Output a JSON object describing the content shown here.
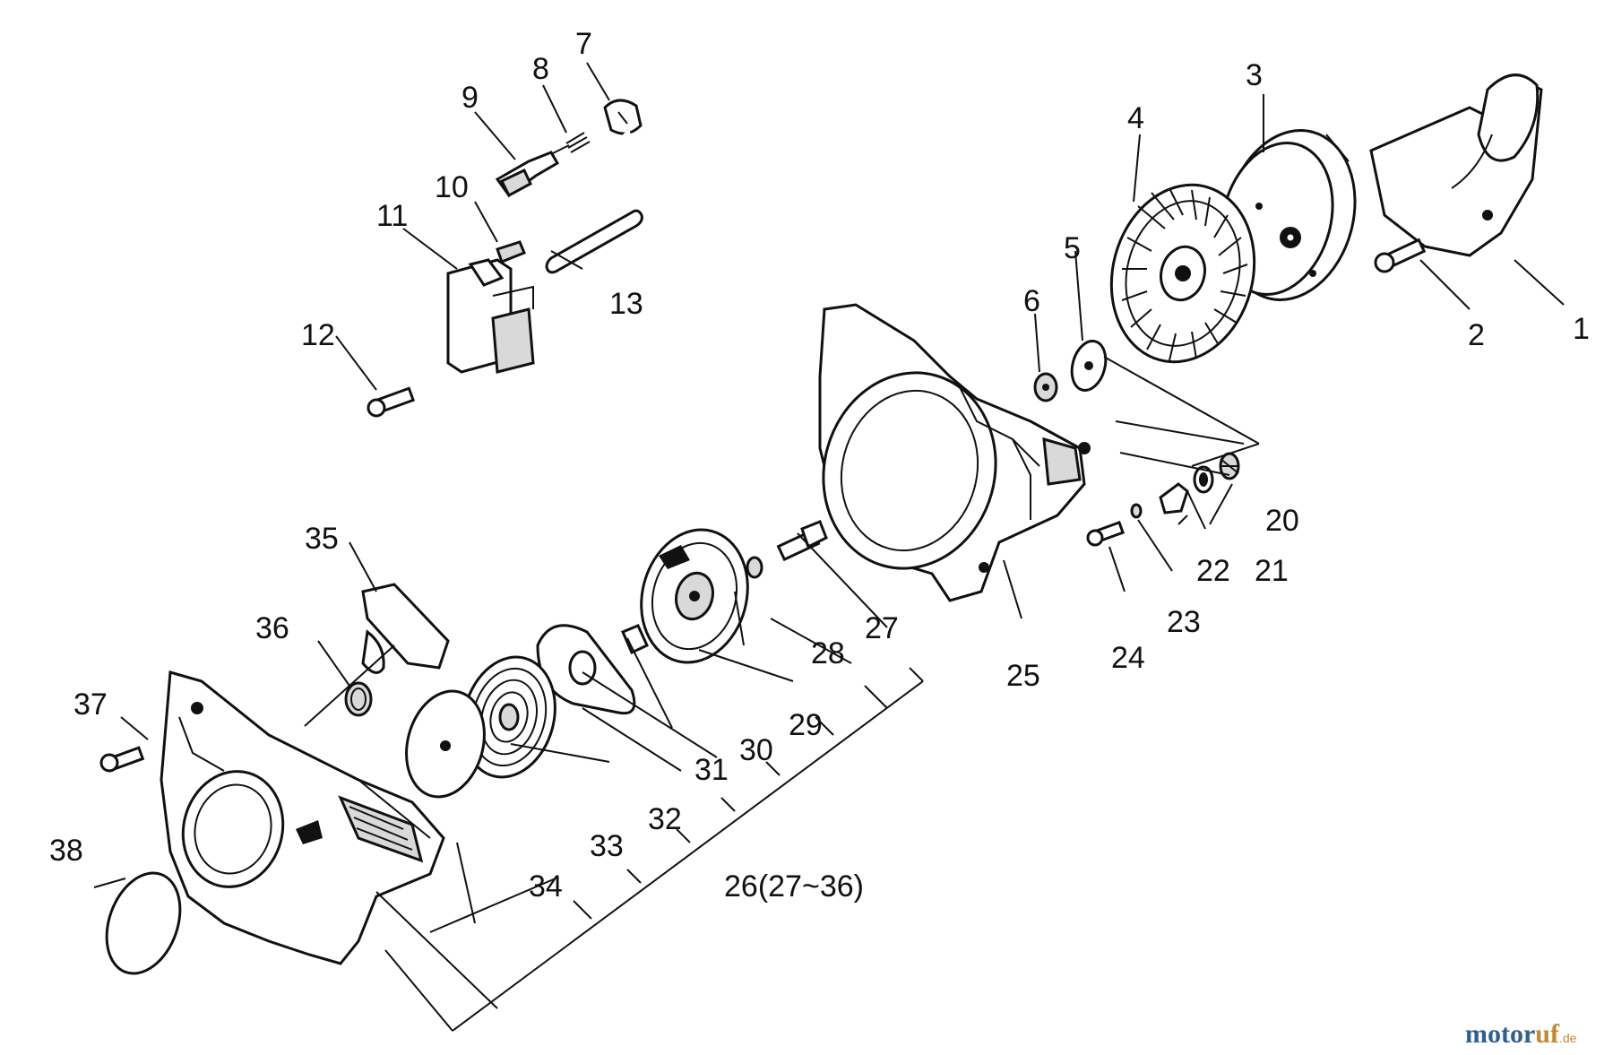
{
  "labels": {
    "p1": "1",
    "p2": "2",
    "p3": "3",
    "p4": "4",
    "p5": "5",
    "p6": "6",
    "p7": "7",
    "p8": "8",
    "p9": "9",
    "p10": "10",
    "p11": "11",
    "p12": "12",
    "p13": "13",
    "p20": "20",
    "p21": "21",
    "p22": "22",
    "p23": "23",
    "p24": "24",
    "p25": "25",
    "p26": "26(27~36)",
    "p27": "27",
    "p28": "28",
    "p29": "29",
    "p30": "30",
    "p31": "31",
    "p32": "32",
    "p33": "33",
    "p34": "34",
    "p35": "35",
    "p36": "36",
    "p37": "37",
    "p38": "38"
  },
  "watermark": {
    "part1": "motor",
    "part2": "uf",
    "suffix": ".de"
  },
  "colors": {
    "ink": "#111111",
    "watermark_blue": "#2f5f8f",
    "watermark_orange": "#c8872b"
  }
}
